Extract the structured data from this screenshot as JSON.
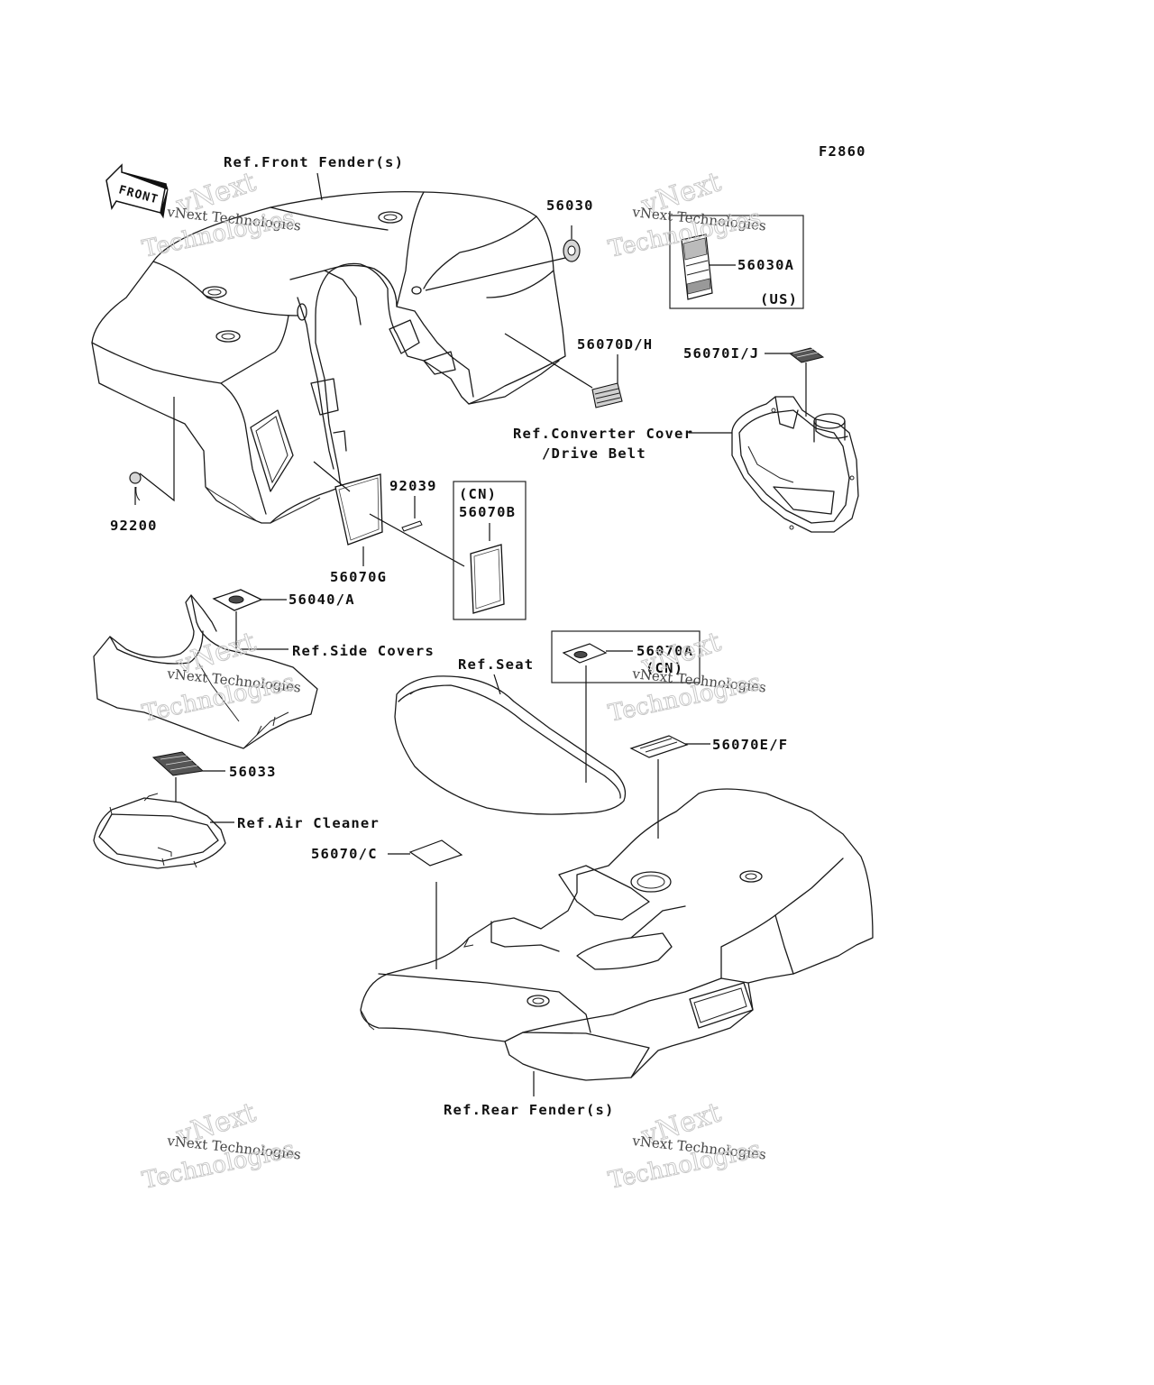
{
  "figure_code": "F2860",
  "front_arrow": "FRONT",
  "labels": {
    "front_fender": "Ref.Front Fender(s)",
    "p56030": "56030",
    "p56030A": "56030A",
    "us": "(US)",
    "p56070DH": "56070D/H",
    "p56070IJ": "56070I/J",
    "converter_1": "Ref.Converter Cover",
    "converter_2": "/Drive Belt",
    "p92039": "92039",
    "cn_b": "(CN)",
    "p56070B": "56070B",
    "p92200": "92200",
    "p56070G": "56070G",
    "p56040A": "56040/A",
    "side_covers": "Ref.Side Covers",
    "seat": "Ref.Seat",
    "p56070A": "56070A",
    "cn_a": "(CN)",
    "p56033": "56033",
    "p56070EF": "56070E/F",
    "air_cleaner": "Ref.Air Cleaner",
    "p56070C": "56070/C",
    "rear_fender": "Ref.Rear Fender(s)"
  },
  "watermark": {
    "line1": "vNext",
    "line2": "vNext Technologies",
    "line3": "Technologies"
  }
}
